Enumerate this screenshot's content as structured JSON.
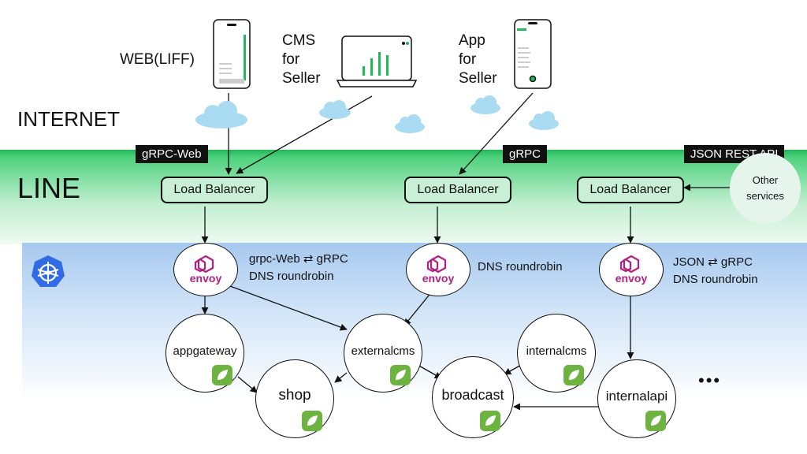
{
  "zones": {
    "internet": "INTERNET",
    "line": "LINE"
  },
  "clients": {
    "web": "WEB(LIFF)",
    "cms_lines": [
      "CMS",
      "for",
      "Seller"
    ],
    "app_lines": [
      "App",
      "for",
      "Seller"
    ]
  },
  "tags": {
    "grpc_web": "gRPC-Web",
    "grpc": "gRPC",
    "json_rest": "JSON REST API"
  },
  "load_balancer": "Load Balancer",
  "other_services": [
    "Other",
    "services"
  ],
  "envoy_label": "envoy",
  "notes": {
    "left": [
      "grpc-Web ⇄ gRPC",
      "DNS roundrobin"
    ],
    "mid": "DNS roundrobin",
    "right": [
      "JSON ⇄ gRPC",
      "DNS roundrobin"
    ]
  },
  "services": {
    "appgateway": "appgateway",
    "externalcms": "externalcms",
    "internalcms": "internalcms",
    "shop": "shop",
    "broadcast": "broadcast",
    "internalapi": "internalapi"
  },
  "ellipsis": "•••",
  "colors": {
    "line_green": "#22b85a",
    "lb_fill": "#c9f0d6",
    "envoy": "#b41e83",
    "spring": "#6db33f",
    "k8s": "#326ce5"
  },
  "icons": [
    "cloud-icon",
    "kubernetes-icon",
    "envoy-icon",
    "spring-leaf-icon",
    "phone-icon",
    "laptop-icon"
  ]
}
